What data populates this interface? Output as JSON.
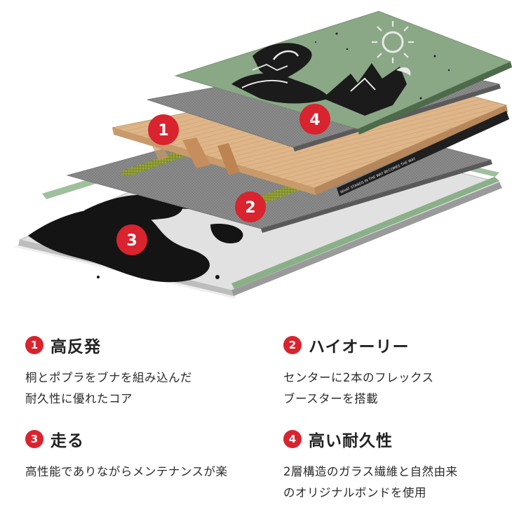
{
  "colors": {
    "accent": "#d9232e",
    "topsheet": "#8aa886",
    "fiberglass": "#8c8c8c",
    "wood": "#dcb285",
    "base": "#d6d6d6",
    "edge": "#262626"
  },
  "diagram": {
    "markers": [
      "1",
      "2",
      "3",
      "4"
    ],
    "sidewall_text": "WHAT STANDS IN THE WAY BECOMES THE WAY"
  },
  "features": [
    {
      "num": "1",
      "title": "高反発",
      "desc": "桐とポプラをブナを組み込んだ\n耐久性に優れたコア"
    },
    {
      "num": "2",
      "title": "ハイオーリー",
      "desc": "センターに2本のフレックス\nブースターを搭載"
    },
    {
      "num": "3",
      "title": "走る",
      "desc": "高性能でありながらメンテナンスが楽"
    },
    {
      "num": "4",
      "title": "高い耐久性",
      "desc": "2層構造のガラス繊維と自然由来\nのオリジナルボンドを使用"
    }
  ]
}
